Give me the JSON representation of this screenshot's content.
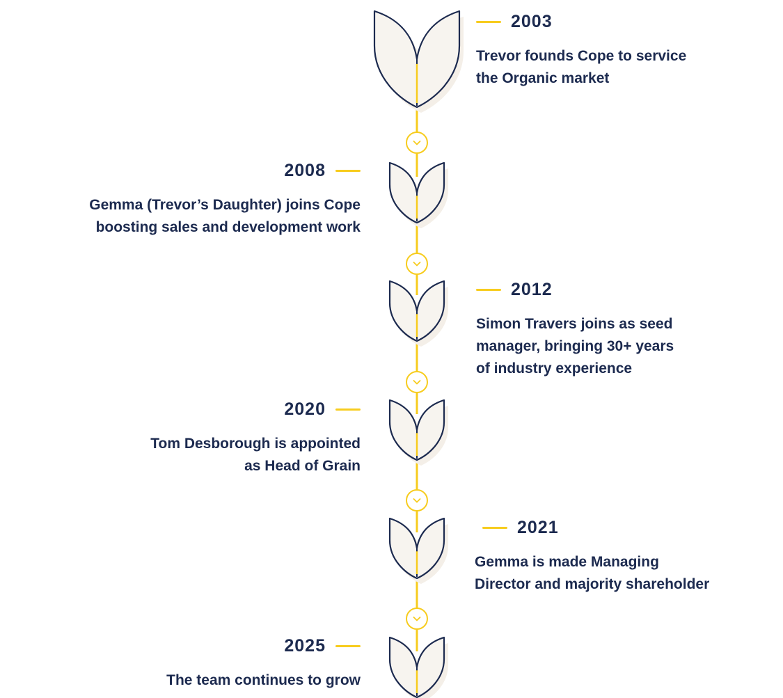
{
  "colors": {
    "navy": "#1c2a4f",
    "accent": "#f7cc1e",
    "leaf_fill": "#f7f4ef",
    "leaf_shadow": "#f4efe8"
  },
  "icons": {
    "leaf": "leaf-icon",
    "connector": "chevron-down-icon"
  },
  "timeline": [
    {
      "year": "2003",
      "text": "Trevor founds Cope to service\nthe Organic market"
    },
    {
      "year": "2008",
      "text": "Gemma (Trevor’s Daughter) joins Cope\nboosting sales and development work"
    },
    {
      "year": "2012",
      "text": "Simon Travers joins as seed\nmanager, bringing 30+ years\nof industry experience"
    },
    {
      "year": "2020",
      "text": "Tom Desborough is appointed\nas Head of Grain"
    },
    {
      "year": "2021",
      "text": "Gemma is made Managing\nDirector and majority shareholder"
    },
    {
      "year": "2025",
      "text": "The team continues to grow"
    }
  ]
}
